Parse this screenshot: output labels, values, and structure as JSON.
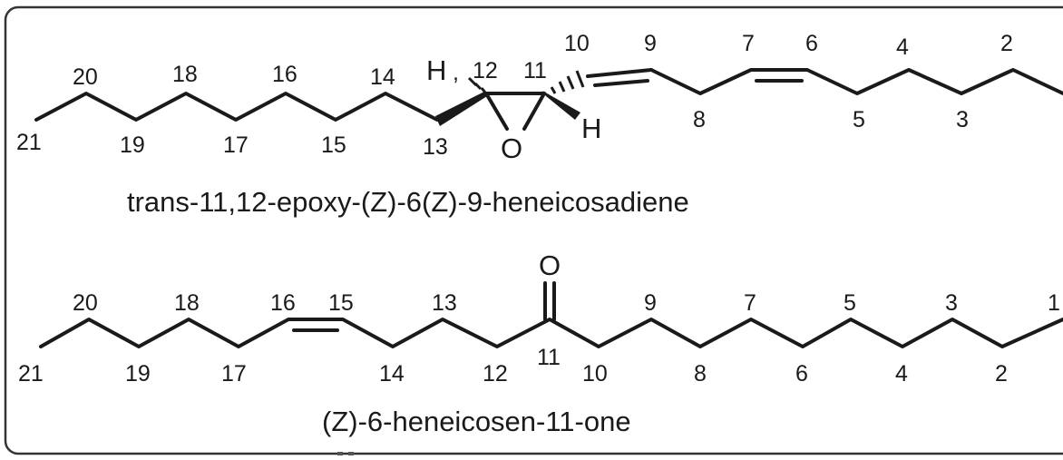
{
  "molecules": [
    {
      "name": "trans-11,12-epoxy-(Z)-6(Z)-9-heneicosadiene",
      "carbon_labels": [
        "21",
        "20",
        "19",
        "18",
        "17",
        "16",
        "15",
        "14",
        "13",
        "12",
        "11",
        "10",
        "9",
        "8",
        "7",
        "6",
        "5",
        "4",
        "3",
        "2"
      ],
      "atom_labels": {
        "h_left": "H",
        "h_right": "H",
        "oxygen": "O"
      }
    },
    {
      "name": "(Z)-6-heneicosen-11-one",
      "carbon_labels": [
        "21",
        "20",
        "19",
        "18",
        "17",
        "16",
        "15",
        "14",
        "13",
        "12",
        "11",
        "10",
        "9",
        "8",
        "7",
        "6",
        "5",
        "4",
        "3",
        "2",
        "1"
      ],
      "atom_labels": {
        "oxygen": "O"
      }
    }
  ]
}
